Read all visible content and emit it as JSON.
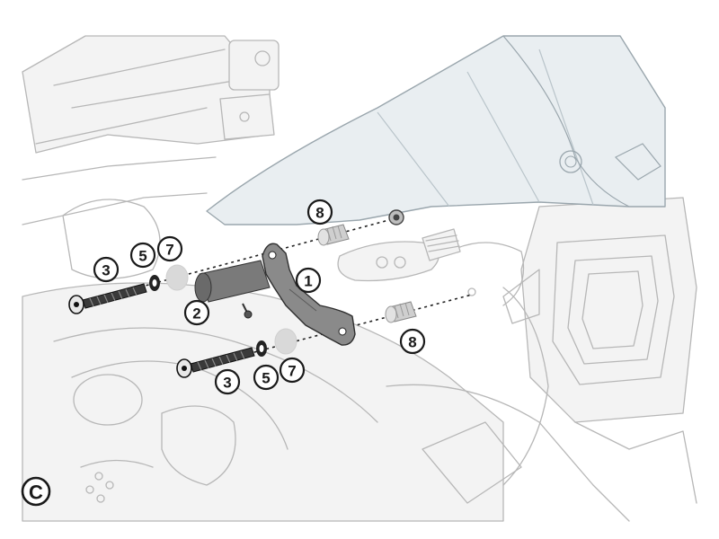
{
  "figure": {
    "step_label": "C",
    "callouts": [
      {
        "id": "c1",
        "label": "1"
      },
      {
        "id": "c2",
        "label": "2"
      },
      {
        "id": "c3a",
        "label": "3"
      },
      {
        "id": "c3b",
        "label": "3"
      },
      {
        "id": "c5a",
        "label": "5"
      },
      {
        "id": "c5b",
        "label": "5"
      },
      {
        "id": "c7a",
        "label": "7"
      },
      {
        "id": "c7b",
        "label": "7"
      },
      {
        "id": "c8a",
        "label": "8"
      },
      {
        "id": "c8b",
        "label": "8"
      }
    ]
  },
  "colors": {
    "ink": "#1a1a1a",
    "ghost_lines": "#b7b7b7",
    "bracket": "#8a8a8a",
    "spacer": "#cfcfcf",
    "windscreen": "#e9eef1"
  }
}
